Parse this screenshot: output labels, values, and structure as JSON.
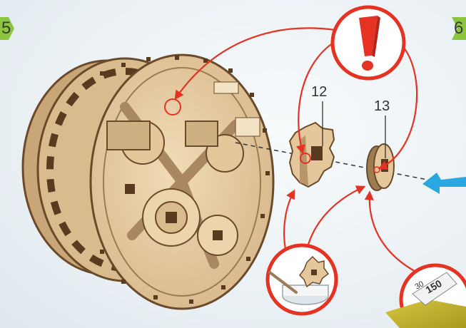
{
  "steps": {
    "current": "5",
    "next": "6"
  },
  "parts": [
    {
      "number": "12"
    },
    {
      "number": "13"
    }
  ],
  "icons": {
    "warning": "exclamation-icon",
    "glue": "glue-icon",
    "sandpaper": "sandpaper-icon",
    "direction": "blue-arrow-icon"
  },
  "sandpaper": {
    "grit_small": "30",
    "grit_large": "150"
  },
  "colors": {
    "step_badge": "#8cc63f",
    "callout": "#e53222",
    "arrow": "#2aa6e0",
    "wood": "#e9cfa4",
    "wood_dark": "#6b4a2b"
  }
}
